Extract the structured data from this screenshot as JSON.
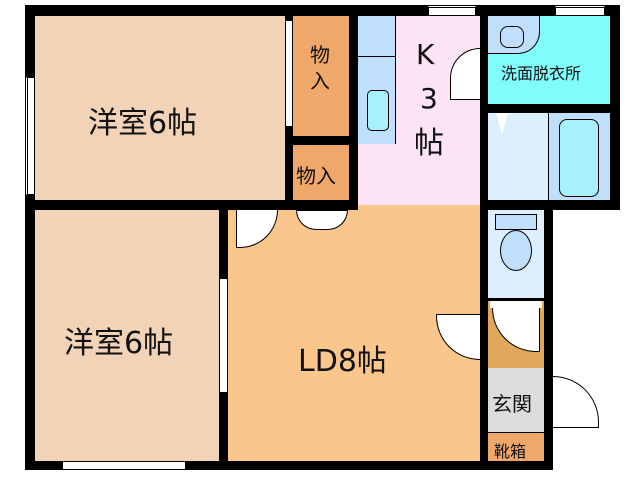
{
  "floorplan": {
    "rooms": [
      {
        "id": "western-room-1",
        "label": "洋室6帖",
        "color": "#F2D3B8"
      },
      {
        "id": "closet-upper",
        "label": "物入",
        "color": "#F0A86A"
      },
      {
        "id": "closet-lower",
        "label": "物入",
        "color": "#F0A86A"
      },
      {
        "id": "kitchen",
        "label_line1": "K",
        "label_line2": "3",
        "label_line3": "帖",
        "color": "#FCE4F6"
      },
      {
        "id": "washroom",
        "label": "洗面脱衣所",
        "color": "#80FCFC"
      },
      {
        "id": "bathroom",
        "label": "",
        "color": "#DDEFFE"
      },
      {
        "id": "western-room-2",
        "label": "洋室6帖",
        "color": "#F2D3B8"
      },
      {
        "id": "living-dining",
        "label": "LD8帖",
        "color": "#FBC68C"
      },
      {
        "id": "toilet",
        "label": "",
        "color": "#DDEFFE"
      },
      {
        "id": "hallway",
        "label": "",
        "color": "#E3A75C"
      },
      {
        "id": "entrance",
        "label": "玄関",
        "color": "#DCDCDC"
      },
      {
        "id": "shoe-cabinet",
        "label": "靴箱",
        "color": "#F0A86A"
      }
    ],
    "colors": {
      "wall": "#000000",
      "fixture_blue": "#BFDFFB",
      "tub_cyan": "#A8F0FC"
    }
  }
}
